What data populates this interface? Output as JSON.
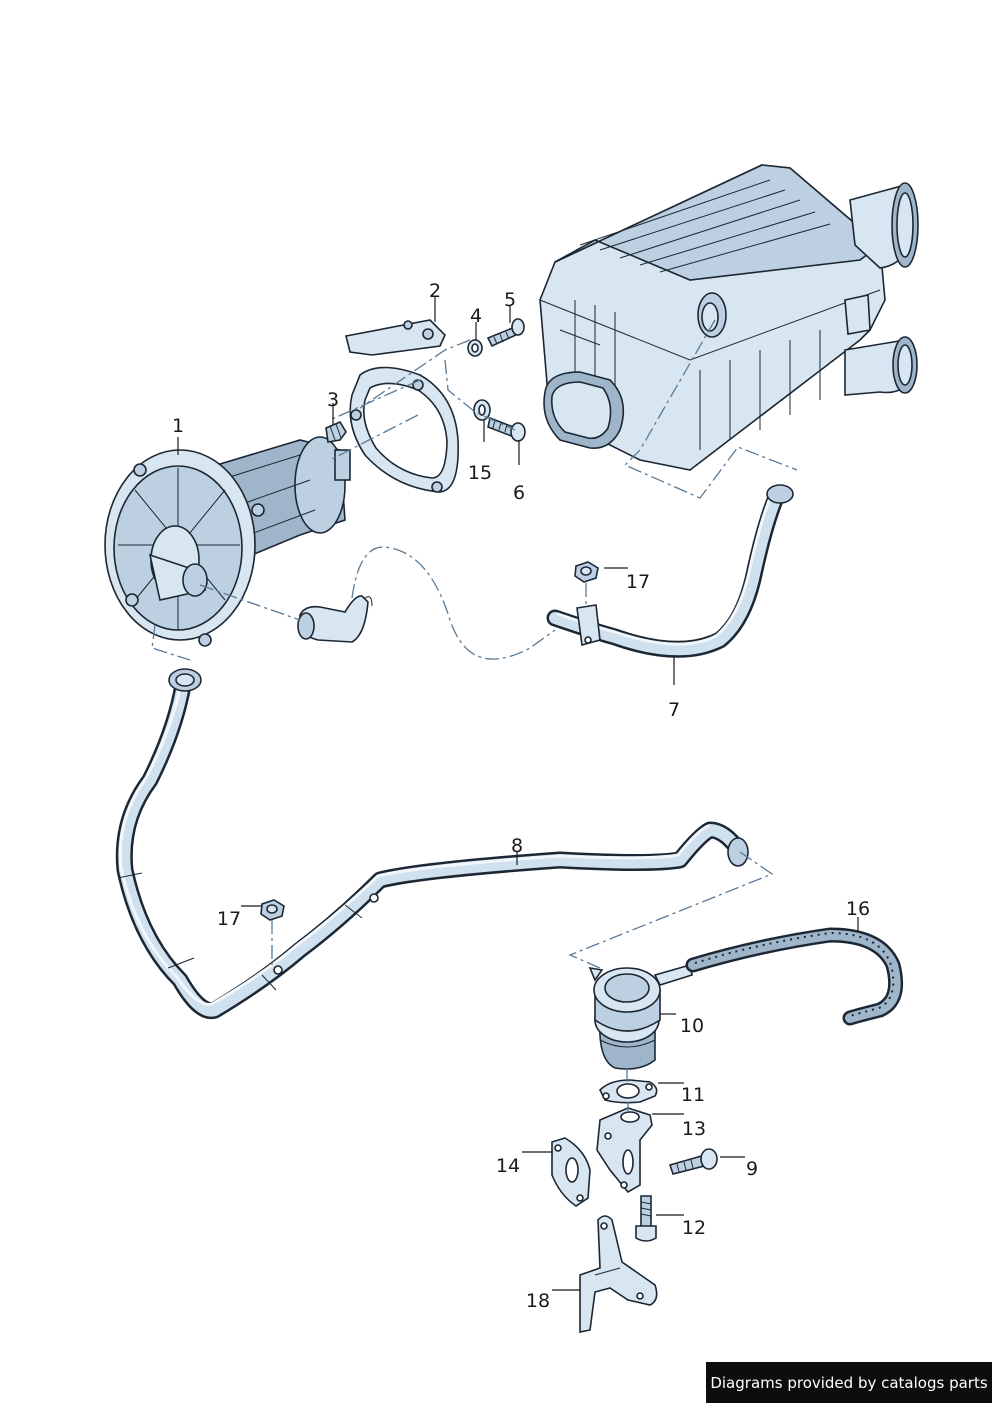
{
  "callouts": {
    "c1": "1",
    "c2": "2",
    "c3": "3",
    "c4": "4",
    "c5": "5",
    "c6": "6",
    "c7": "7",
    "c8": "8",
    "c9": "9",
    "c10": "10",
    "c11": "11",
    "c12": "12",
    "c13": "13",
    "c14": "14",
    "c15": "15",
    "c16": "16",
    "c17a": "17",
    "c17b": "17",
    "c18": "18"
  },
  "credit": "Diagrams provided by catalogs parts",
  "colors": {
    "part_fill": "#d8e6f2",
    "part_outline": "#1c2733",
    "dash_line": "#5a7a96",
    "credit_bg": "#0d0d0d"
  }
}
